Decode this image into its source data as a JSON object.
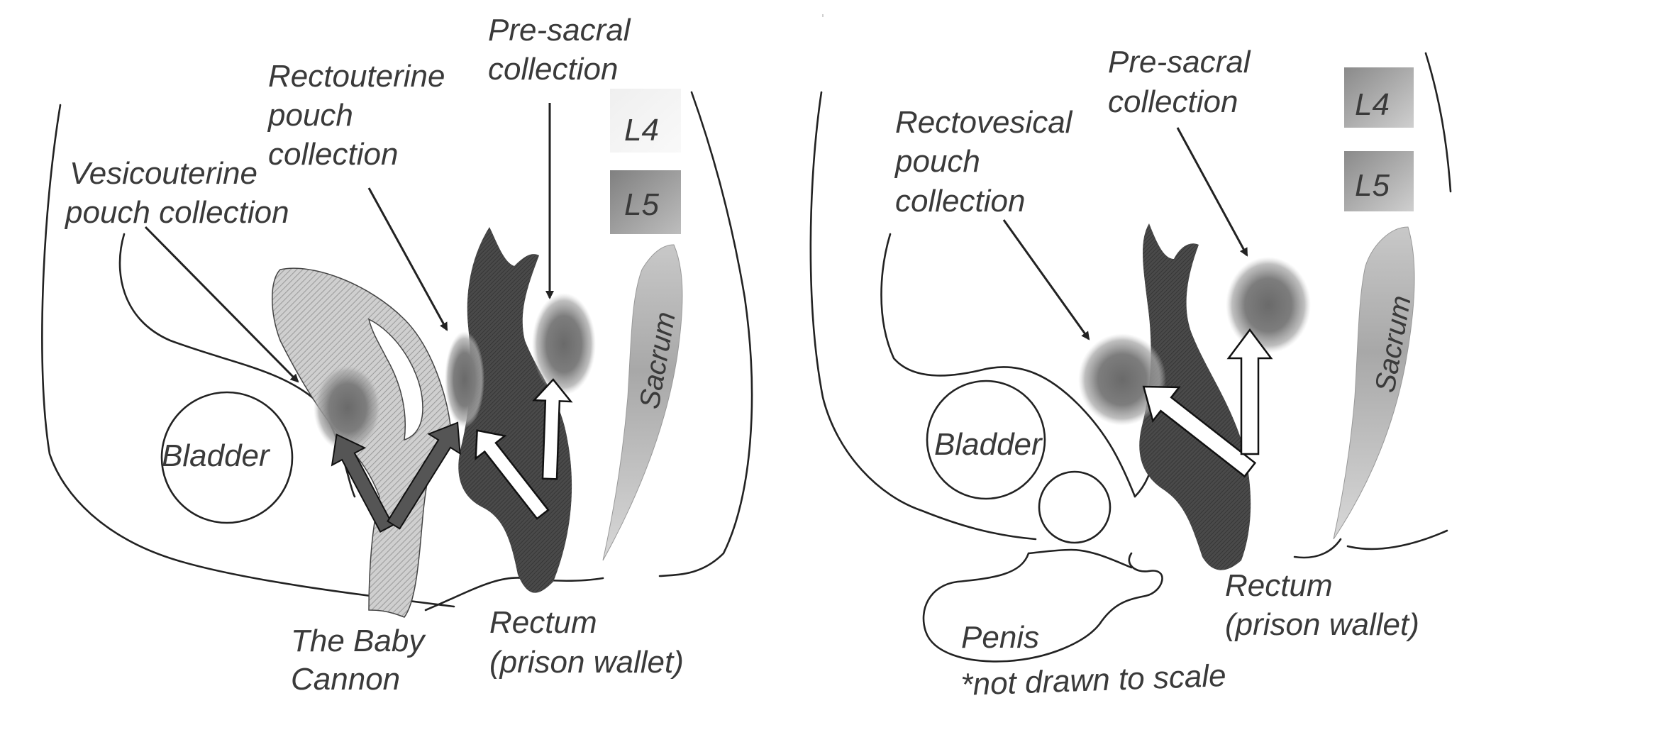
{
  "female_panel": {
    "labels": {
      "presacral": [
        "Pre-sacral",
        "collection"
      ],
      "rectouterine": [
        "Rectouterine",
        "pouch",
        "collection"
      ],
      "vesicouterine": [
        "Vesicouterine",
        "pouch collection"
      ],
      "l4": "L4",
      "l5": "L5",
      "sacrum": "Sacrum",
      "bladder": "Bladder",
      "baby_cannon": [
        "The Baby",
        "Cannon"
      ],
      "rectum": [
        "Rectum",
        "(prison wallet)"
      ]
    }
  },
  "male_panel": {
    "labels": {
      "presacral": [
        "Pre-sacral",
        "collection"
      ],
      "rectovesical": [
        "Rectovesical",
        "pouch",
        "collection"
      ],
      "l4": "L4",
      "l5": "L5",
      "sacrum": "Sacrum",
      "bladder": "Bladder",
      "rectum": [
        "Rectum",
        "(prison wallet)"
      ],
      "penis": "Penis",
      "footnote": "*not drawn to scale"
    }
  }
}
